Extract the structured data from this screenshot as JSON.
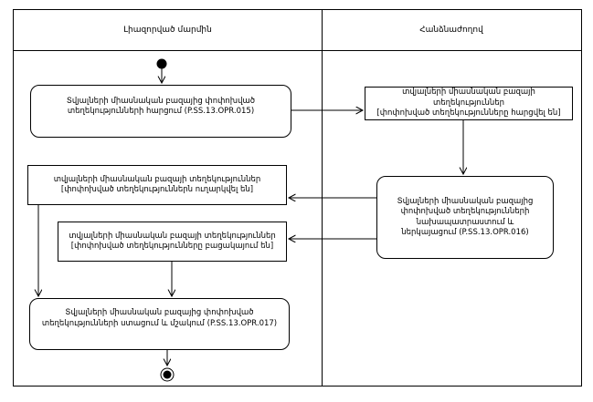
{
  "diagram": {
    "type": "uml-activity-swimlane",
    "colors": {
      "stroke": "#000000",
      "background": "#ffffff"
    },
    "lanes": [
      {
        "label": "Լիազորված մարմին"
      },
      {
        "label": "Հանձնաժողով"
      }
    ],
    "nodes": {
      "activity_request": {
        "label": "Տվյալների միասնական բազայից փոփոխված տեղեկությունների հարցում (P.SS.13.OPR.015)"
      },
      "object_requested": {
        "title": "տվյալների միասնական բազայի տեղեկություններ",
        "state": "[փոփոխված տեղեկությունները հարցվել են]"
      },
      "activity_prepare": {
        "label": "Տվյալների միասնական բազայից փոփոխված տեղեկությունների նախապատրաստում և ներկայացում (P.SS.13.OPR.016)"
      },
      "object_sent": {
        "title": "տվյալների միասնական բազայի տեղեկություններ",
        "state": "[փոփոխված տեղեկություններն ուղարկվել են]"
      },
      "object_absent": {
        "title": "տվյալների միասնական բազայի տեղեկություններ",
        "state": "[փոփոխված տեղեկությունները բացակայում են]"
      },
      "activity_receive": {
        "label": "Տվյալների միասնական բազայից փոփոխված տեղեկությունների ստացում և մշակում (P.SS.13.OPR.017)"
      }
    }
  }
}
